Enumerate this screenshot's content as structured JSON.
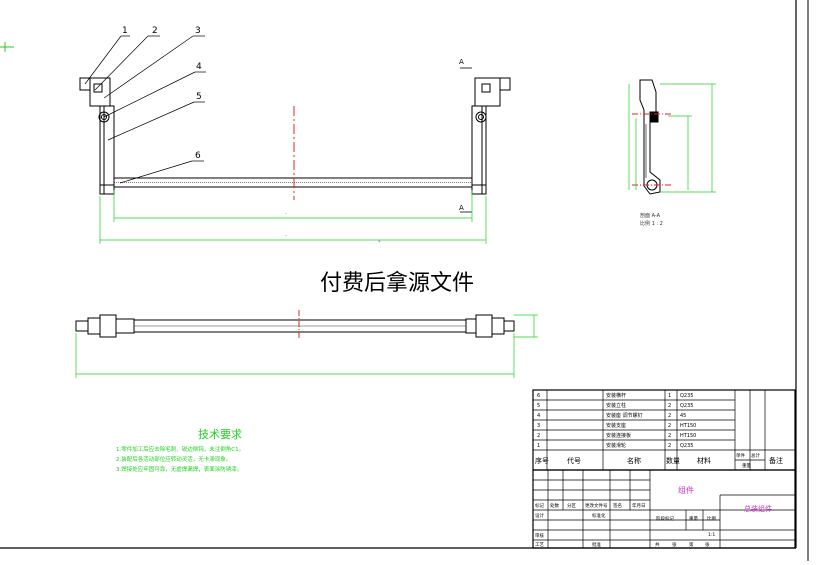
{
  "watermark": "付费后拿源文件",
  "balloons": [
    "1",
    "2",
    "3",
    "4",
    "5",
    "6"
  ],
  "section_marks": [
    "A",
    "A"
  ],
  "section_view": {
    "title": "剖面 A-A",
    "scale": "比例 1 : 2"
  },
  "tech": {
    "title": "技术要求",
    "lines": [
      "1.零件加工后应去除毛刺、锐边倒钝，未注倒角C1。",
      "2.装配后各活动部位应转动灵活，无卡滞现象。",
      "3.焊接处应牢固可靠，无虚焊漏焊，表面涂防锈漆。"
    ]
  },
  "bom": {
    "headers": [
      "序号",
      "代号",
      "名称",
      "数量",
      "材料",
      "单件",
      "总计",
      "重量",
      "备注"
    ],
    "rows": [
      {
        "no": "6",
        "name": "安装横杆",
        "qty": "1",
        "mat": "Q235"
      },
      {
        "no": "5",
        "name": "安装立柱",
        "qty": "2",
        "mat": "Q235"
      },
      {
        "no": "4",
        "name": "安装座 调节螺钉",
        "qty": "2",
        "mat": "45"
      },
      {
        "no": "3",
        "name": "安装支座",
        "qty": "2",
        "mat": "HT150"
      },
      {
        "no": "2",
        "name": "安装连接板",
        "qty": "2",
        "mat": "HT150"
      },
      {
        "no": "1",
        "name": "安装滑轮",
        "qty": "2",
        "mat": "Q235"
      }
    ]
  },
  "title_block": {
    "part_name": "组件",
    "drawing_name": "总装组件",
    "labels": [
      "标记",
      "处数",
      "分区",
      "更改文件号",
      "签名",
      "年月日",
      "设计",
      "标准化",
      "阶段标记",
      "重量",
      "比例",
      "审核",
      "工艺",
      "批准",
      "共",
      "张",
      "第",
      "张"
    ],
    "scale": "1:1"
  }
}
